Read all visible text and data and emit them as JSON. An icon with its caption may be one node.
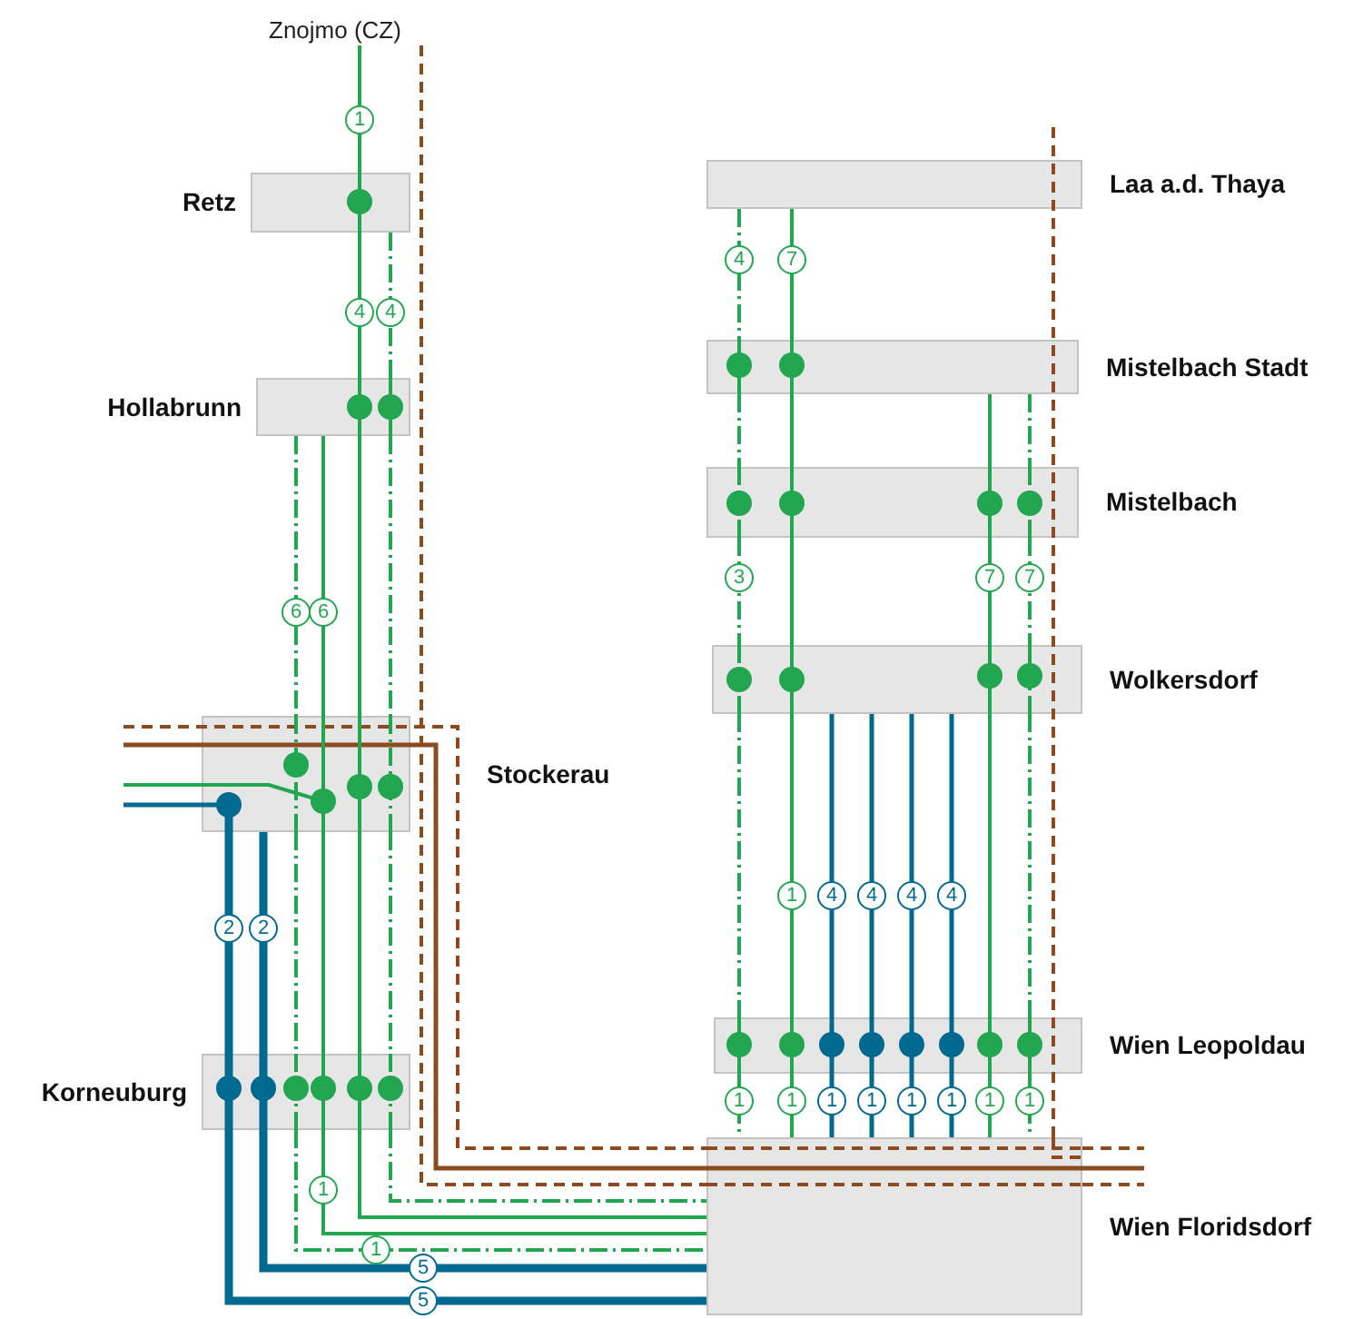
{
  "diagram": {
    "nodes": [
      {
        "text": [
          "Znojmo (CZ)"
        ]
      },
      {
        "text": [
          "Retz"
        ]
      },
      {
        "text": [
          "Hollabrunn"
        ]
      },
      {
        "text": [
          "Stockerau"
        ]
      },
      {
        "text": [
          "Korneuburg"
        ]
      },
      {
        "text": [
          "Laa a.d. Thaya"
        ]
      },
      {
        "text": [
          "Mistelbach Stadt"
        ]
      },
      {
        "text": [
          "Mistelbach"
        ]
      },
      {
        "text": [
          "Wolkersdorf"
        ]
      },
      {
        "text": [
          "Wien Leopoldau"
        ]
      },
      {
        "text": [
          "Wien Floridsdorf"
        ]
      }
    ],
    "edges": [
      {
        "from": 0,
        "to": 1,
        "arrow": "none",
        "label": "1"
      },
      {
        "from": 1,
        "to": 2,
        "arrow": "none",
        "label": "4"
      },
      {
        "from": 1,
        "to": 2,
        "arrow": "none",
        "label": "4",
        "style": "dashed"
      },
      {
        "from": 2,
        "to": 3,
        "arrow": "none"
      },
      {
        "from": 2,
        "to": 3,
        "arrow": "none",
        "style": "dashed"
      },
      {
        "from": 2,
        "to": 3,
        "arrow": "none",
        "label": "6"
      },
      {
        "from": 2,
        "to": 3,
        "arrow": "none",
        "label": "6",
        "style": "dashed"
      },
      {
        "from": null,
        "to": 3,
        "arrow": "none"
      },
      {
        "from": null,
        "to": 3,
        "arrow": "none",
        "color": "#00698f"
      },
      {
        "from": 3,
        "to": 4,
        "arrow": "none",
        "label": "2",
        "style": "thick",
        "color": "#00698f"
      },
      {
        "from": 3,
        "to": 4,
        "arrow": "none",
        "label": "2",
        "style": "thick",
        "color": "#00698f"
      },
      {
        "from": 3,
        "to": 4,
        "arrow": "none",
        "style": "dashed"
      },
      {
        "from": 3,
        "to": 4,
        "arrow": "none"
      },
      {
        "from": 3,
        "to": 4,
        "arrow": "none"
      },
      {
        "from": 3,
        "to": 4,
        "arrow": "none",
        "style": "dashed"
      },
      {
        "from": 4,
        "to": 10,
        "arrow": "none",
        "label": "5",
        "style": "thick",
        "color": "#00698f"
      },
      {
        "from": 4,
        "to": 10,
        "arrow": "none",
        "label": "5",
        "style": "thick",
        "color": "#00698f"
      },
      {
        "from": 4,
        "to": 10,
        "arrow": "none",
        "label": "1",
        "style": "dashed"
      },
      {
        "from": 4,
        "to": 10,
        "arrow": "none",
        "label": "1"
      },
      {
        "from": 4,
        "to": 10,
        "arrow": "none"
      },
      {
        "from": 4,
        "to": 10,
        "arrow": "none",
        "style": "dashed"
      },
      {
        "from": 0,
        "to": 10,
        "arrow": "none",
        "style": "dashed",
        "color": "#8b4b1f"
      },
      {
        "from": null,
        "to": 10,
        "arrow": "none",
        "style": "dashed",
        "color": "#8b4b1f"
      },
      {
        "from": null,
        "to": 10,
        "arrow": "none",
        "color": "#8b4b1f"
      },
      {
        "from": null,
        "to": 10,
        "arrow": "none",
        "style": "dashed",
        "color": "#8b4b1f"
      },
      {
        "from": 10,
        "to": null,
        "arrow": "none",
        "color": "#8b4b1f"
      },
      {
        "from": 10,
        "to": null,
        "arrow": "none",
        "style": "dashed",
        "color": "#8b4b1f"
      },
      {
        "from": 10,
        "to": null,
        "arrow": "none",
        "style": "dashed",
        "color": "#8b4b1f"
      },
      {
        "from": 5,
        "to": 6,
        "arrow": "none",
        "label": "4",
        "style": "dashed"
      },
      {
        "from": 5,
        "to": 6,
        "arrow": "none",
        "label": "7"
      },
      {
        "from": 6,
        "to": 7,
        "arrow": "none",
        "style": "dashed"
      },
      {
        "from": 6,
        "to": 7,
        "arrow": "none"
      },
      {
        "from": 6,
        "to": 7,
        "arrow": "none"
      },
      {
        "from": 6,
        "to": 7,
        "arrow": "none",
        "style": "dashed"
      },
      {
        "from": 7,
        "to": 8,
        "arrow": "none",
        "label": "3",
        "style": "dashed"
      },
      {
        "from": 7,
        "to": 8,
        "arrow": "none"
      },
      {
        "from": 7,
        "to": 8,
        "arrow": "none",
        "label": "7"
      },
      {
        "from": 7,
        "to": 8,
        "arrow": "none",
        "label": "7",
        "style": "dashed"
      },
      {
        "from": 8,
        "to": 9,
        "arrow": "none",
        "style": "dashed"
      },
      {
        "from": 8,
        "to": 9,
        "arrow": "none",
        "label": "1"
      },
      {
        "from": 8,
        "to": 9,
        "arrow": "none",
        "label": "4",
        "color": "#00698f"
      },
      {
        "from": 8,
        "to": 9,
        "arrow": "none",
        "label": "4",
        "color": "#00698f"
      },
      {
        "from": 8,
        "to": 9,
        "arrow": "none",
        "label": "4",
        "color": "#00698f"
      },
      {
        "from": 8,
        "to": 9,
        "arrow": "none",
        "label": "4",
        "color": "#00698f"
      },
      {
        "from": 8,
        "to": 9,
        "arrow": "none"
      },
      {
        "from": 8,
        "to": 9,
        "arrow": "none",
        "style": "dashed"
      },
      {
        "from": 9,
        "to": 10,
        "arrow": "none",
        "label": "1",
        "style": "dashed"
      },
      {
        "from": 9,
        "to": 10,
        "arrow": "none",
        "label": "1"
      },
      {
        "from": 9,
        "to": 10,
        "arrow": "none",
        "label": "1",
        "color": "#00698f"
      },
      {
        "from": 9,
        "to": 10,
        "arrow": "none",
        "label": "1",
        "color": "#00698f"
      },
      {
        "from": 9,
        "to": 10,
        "arrow": "none",
        "label": "1",
        "color": "#00698f"
      },
      {
        "from": 9,
        "to": 10,
        "arrow": "none",
        "label": "1",
        "color": "#00698f"
      },
      {
        "from": 9,
        "to": 10,
        "arrow": "none",
        "label": "1"
      },
      {
        "from": 9,
        "to": 10,
        "arrow": "none",
        "label": "1",
        "style": "dashed"
      }
    ]
  }
}
